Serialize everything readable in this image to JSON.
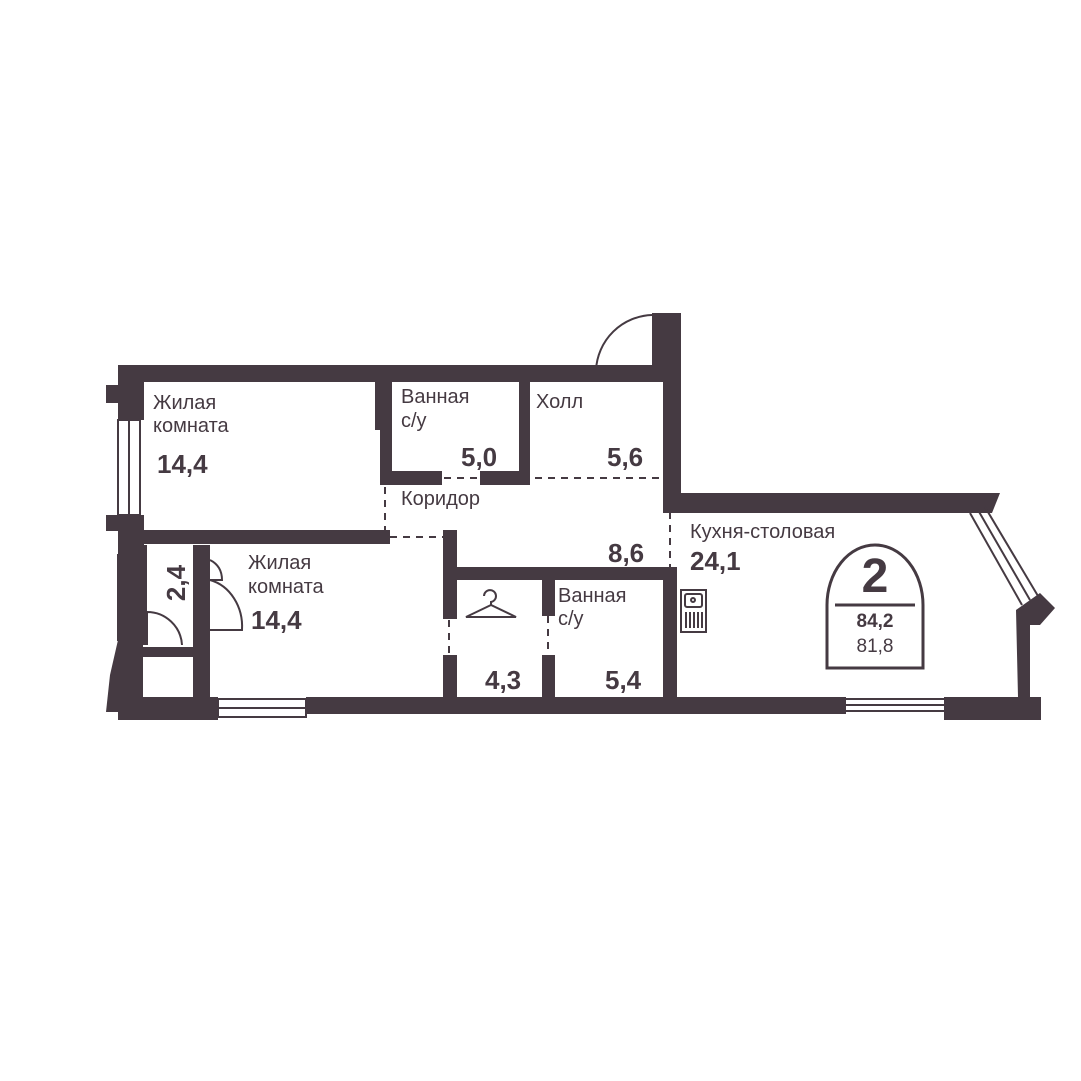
{
  "rooms": [
    {
      "id": "living-1",
      "name": "Жилая комната",
      "area": "14,4"
    },
    {
      "id": "bath-1",
      "name": "Ванная с/у",
      "area": "5,0"
    },
    {
      "id": "hall",
      "name": "Холл",
      "area": "5,6"
    },
    {
      "id": "corridor",
      "name": "Коридор",
      "area": "8,6"
    },
    {
      "id": "living-2",
      "name": "Жилая комната",
      "area": "14,4"
    },
    {
      "id": "closet",
      "name": "",
      "area": "4,3"
    },
    {
      "id": "bath-2",
      "name": "Ванная с/у",
      "area": "5,4"
    },
    {
      "id": "kitchen",
      "name": "Кухня-столовая",
      "area": "24,1"
    },
    {
      "id": "storage",
      "name": "",
      "area": "2,4"
    }
  ],
  "labels": {
    "living1_line1": "Жилая",
    "living1_line2": "комната",
    "bath1_line1": "Ванная",
    "bath1_line2": "с/у",
    "hall": "Холл",
    "corridor": "Коридор",
    "living2_line1": "Жилая",
    "living2_line2": "комната",
    "bath2_line1": "Ванная",
    "bath2_line2": "с/у",
    "kitchen": "Кухня-столовая"
  },
  "badge": {
    "rooms_count": "2",
    "total_area": "84,2",
    "living_area": "81,8"
  },
  "colors": {
    "wall": "#453a42",
    "background": "#ffffff"
  }
}
